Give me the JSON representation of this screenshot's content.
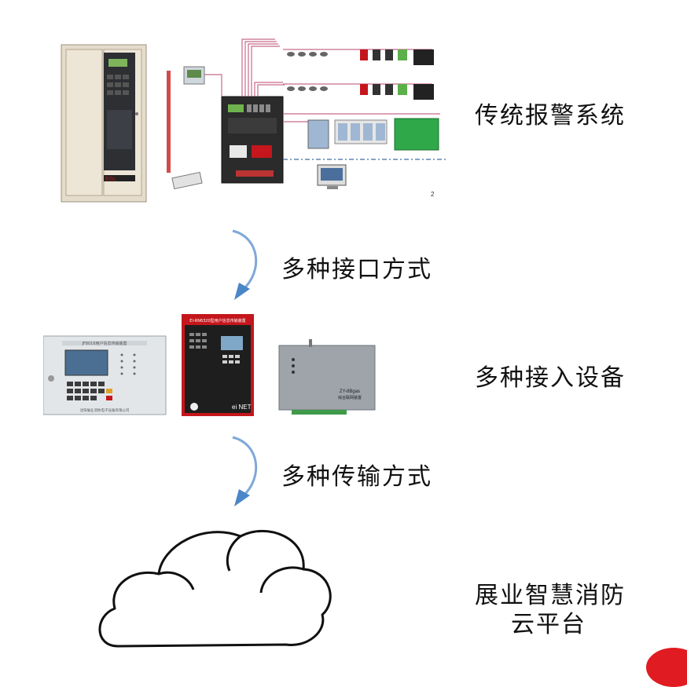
{
  "stages": {
    "traditional_system": "传统报警系统",
    "interface_methods": "多种接口方式",
    "access_devices": "多种接入设备",
    "transmission_methods": "多种传输方式",
    "cloud_platform_line1": "展业智慧消防",
    "cloud_platform_line2": "云平台"
  },
  "devices": {
    "cabinet_brand": "EGL",
    "panel1_title": "JF8016用户信息传输装置",
    "panel1_footer": "沈阳展业消防电子设备有限公司",
    "panel2_title": "EI-RN6320型用户信息传输装置",
    "panel2_logo": "ei NET",
    "panel3_title": "ZY-8Bgas",
    "panel3_sub": "综合联网装置"
  },
  "page_number": "2",
  "colors": {
    "arrow_blue": "#4a86c8",
    "panel_red": "#c4161c",
    "cloud_stroke": "#111111",
    "accent_red": "#e11b22"
  }
}
